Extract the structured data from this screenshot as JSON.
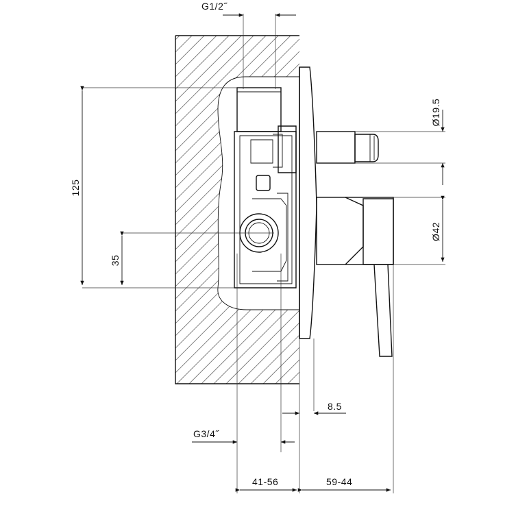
{
  "diagram": {
    "dimensions": {
      "inlet_thread": "G1/2˝",
      "outlet_thread": "G3/4˝",
      "height_125": "125",
      "offset_35": "35",
      "diameter_195": "Ø19.5",
      "diameter_42": "Ø42",
      "plate_85": "8.5",
      "depth_range_wall": "41-56",
      "depth_range_front": "59-44"
    }
  }
}
